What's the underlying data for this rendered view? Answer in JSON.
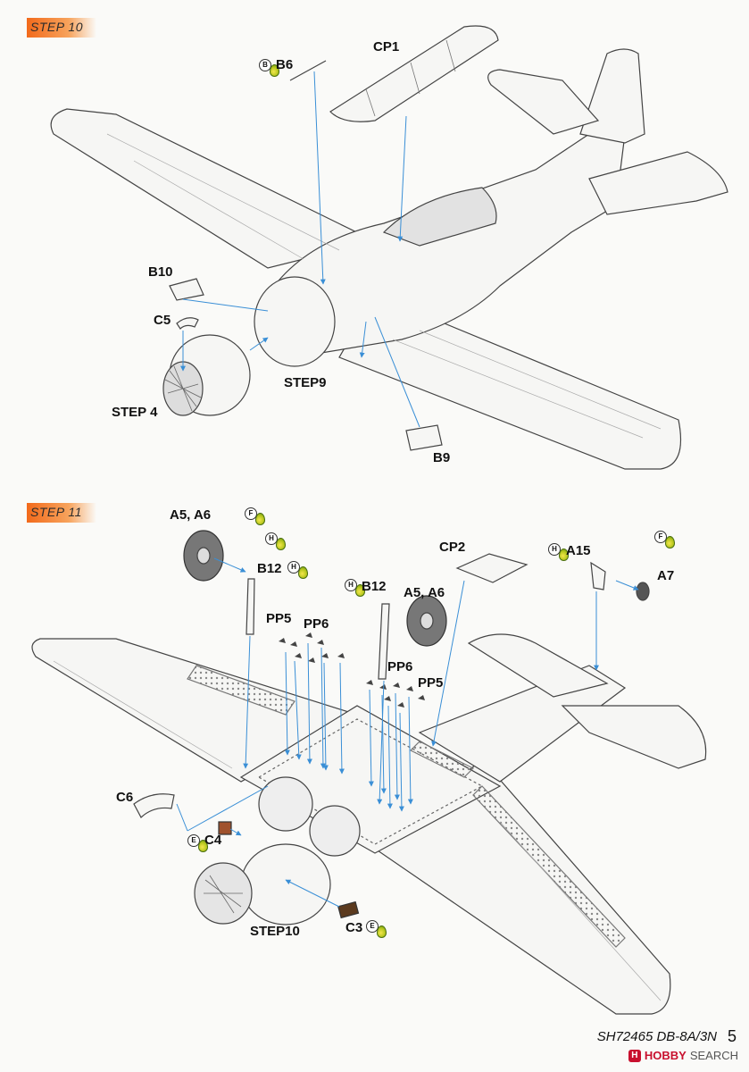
{
  "steps": {
    "step10": {
      "badge": "STEP 10",
      "labels": {
        "cp1": "CP1",
        "b6": "B6",
        "b10": "B10",
        "c5": "C5",
        "step4": "STEP 4",
        "step9": "STEP9",
        "b9": "B9"
      },
      "paint": {
        "b6": "B"
      }
    },
    "step11": {
      "badge": "STEP 11",
      "labels": {
        "a5a6_left": "A5, A6",
        "b12_left": "B12",
        "pp5_left": "PP5",
        "pp6_left": "PP6",
        "b12_right": "B12",
        "a5a6_right": "A5, A6",
        "cp2": "CP2",
        "a15": "A15",
        "a7": "A7",
        "pp6_right": "PP6",
        "pp5_right": "PP5",
        "c6": "C6",
        "c4": "C4",
        "step10": "STEP10",
        "c3": "C3"
      },
      "paint": {
        "a5a6_f": "F",
        "a5a6_h": "H",
        "b12_left": "H",
        "b12_right": "H",
        "a15": "H",
        "a7": "F",
        "c4": "E",
        "c3": "E"
      }
    }
  },
  "footer": {
    "code": "SH72465 DB-8A/3N",
    "page_number": "5",
    "watermark_brand": "HOBBY",
    "watermark_text": "SEARCH",
    "watermark_logo": "H"
  },
  "colors": {
    "badge": "#f26a1b",
    "arrow": "#3a8fd6",
    "line": "#555555",
    "paint_drop": "#b5c61d",
    "watermark": "#c8102e"
  }
}
